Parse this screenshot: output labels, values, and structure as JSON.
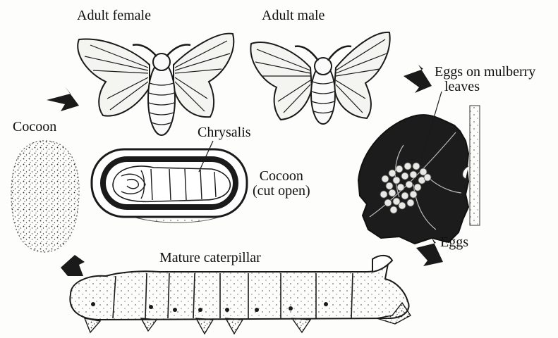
{
  "labels": {
    "adult_female": "Adult female",
    "adult_male": "Adult male",
    "eggs_on_leaves_line1": "Eggs on mulberry",
    "eggs_on_leaves_line2": "leaves",
    "cocoon": "Cocoon",
    "chrysalis": "Chrysalis",
    "cocoon_cut_line1": "Cocoon",
    "cocoon_cut_line2": "(cut open)",
    "eggs": "Eggs",
    "mature_caterpillar": "Mature caterpillar"
  },
  "colors": {
    "ink": "#1a1a1a",
    "leaf": "#1c1c1c",
    "paper": "#fdfdfb"
  }
}
